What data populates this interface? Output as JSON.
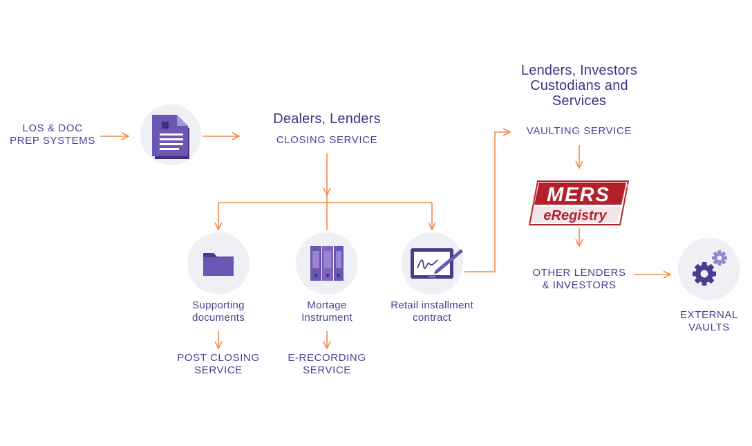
{
  "colors": {
    "arrow": "#f08a4b",
    "text": "#4a3f96",
    "icon": "#6c56b3",
    "icon_dark": "#4b3a8f",
    "circle": "#eff0f6",
    "mers_red": "#b3202a"
  },
  "source": {
    "label_line1": "LOS & DOC",
    "label_line2": "PREP SYSTEMS",
    "icon": "document-icon"
  },
  "closing": {
    "title": "Dealers, Lenders",
    "service": "CLOSING SERVICE"
  },
  "branches": [
    {
      "icon": "folder-icon",
      "name_line1": "Supporting",
      "name_line2": "documents",
      "service_line1": "POST CLOSING",
      "service_line2": "SERVICE"
    },
    {
      "icon": "binders-icon",
      "name_line1": "Mortage",
      "name_line2": "Instrument",
      "service_line1": "E-RECORDING",
      "service_line2": "SERVICE"
    },
    {
      "icon": "signature-tablet-icon",
      "name_line1": "Retail installment",
      "name_line2": "contract"
    }
  ],
  "vaulting": {
    "title_line1": "Lenders, Investors",
    "title_line2": "Custodians and",
    "title_line3": "Services",
    "service": "VAULTING SERVICE"
  },
  "mers": {
    "brand": "MERS",
    "product": "eRegistry",
    "registered": "®"
  },
  "other": {
    "line1": "OTHER LENDERS",
    "line2": "& INVESTORS"
  },
  "external": {
    "icon": "gears-icon",
    "line1": "EXTERNAL",
    "line2": "VAULTS"
  }
}
